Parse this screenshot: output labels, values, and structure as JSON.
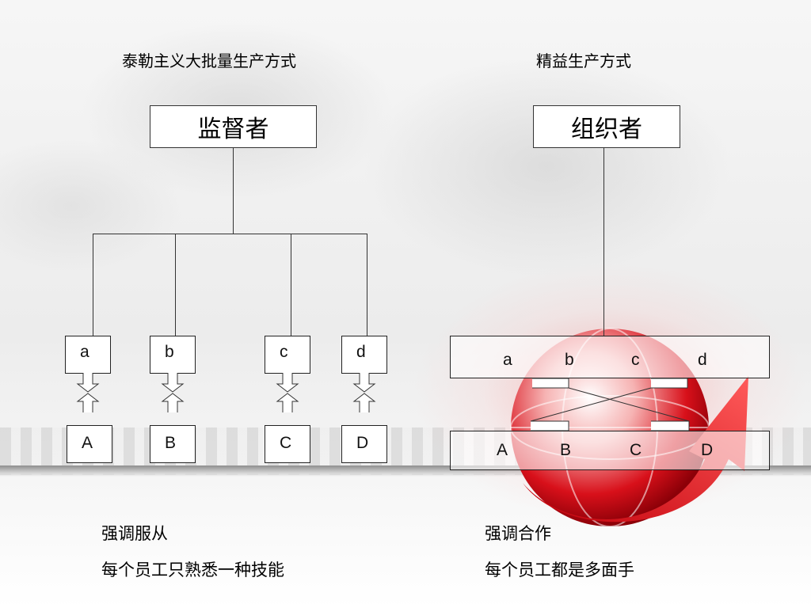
{
  "left": {
    "heading": "泰勒主义大批量生产方式",
    "top_role": "监督者",
    "workers": [
      {
        "upper": "a",
        "lower": "A"
      },
      {
        "upper": "b",
        "lower": "B"
      },
      {
        "upper": "c",
        "lower": "C"
      },
      {
        "upper": "d",
        "lower": "D"
      }
    ],
    "note1": "强调服从",
    "note2": "每个员工只熟悉一种技能"
  },
  "right": {
    "heading": "精益生产方式",
    "top_role": "组织者",
    "upper_letters": [
      "a",
      "b",
      "c",
      "d"
    ],
    "lower_letters": [
      "A",
      "B",
      "C",
      "D"
    ],
    "note1": "强调合作",
    "note2": "每个员工都是多面手"
  },
  "colors": {
    "globe_red": "#d8101a",
    "line": "#333333"
  }
}
